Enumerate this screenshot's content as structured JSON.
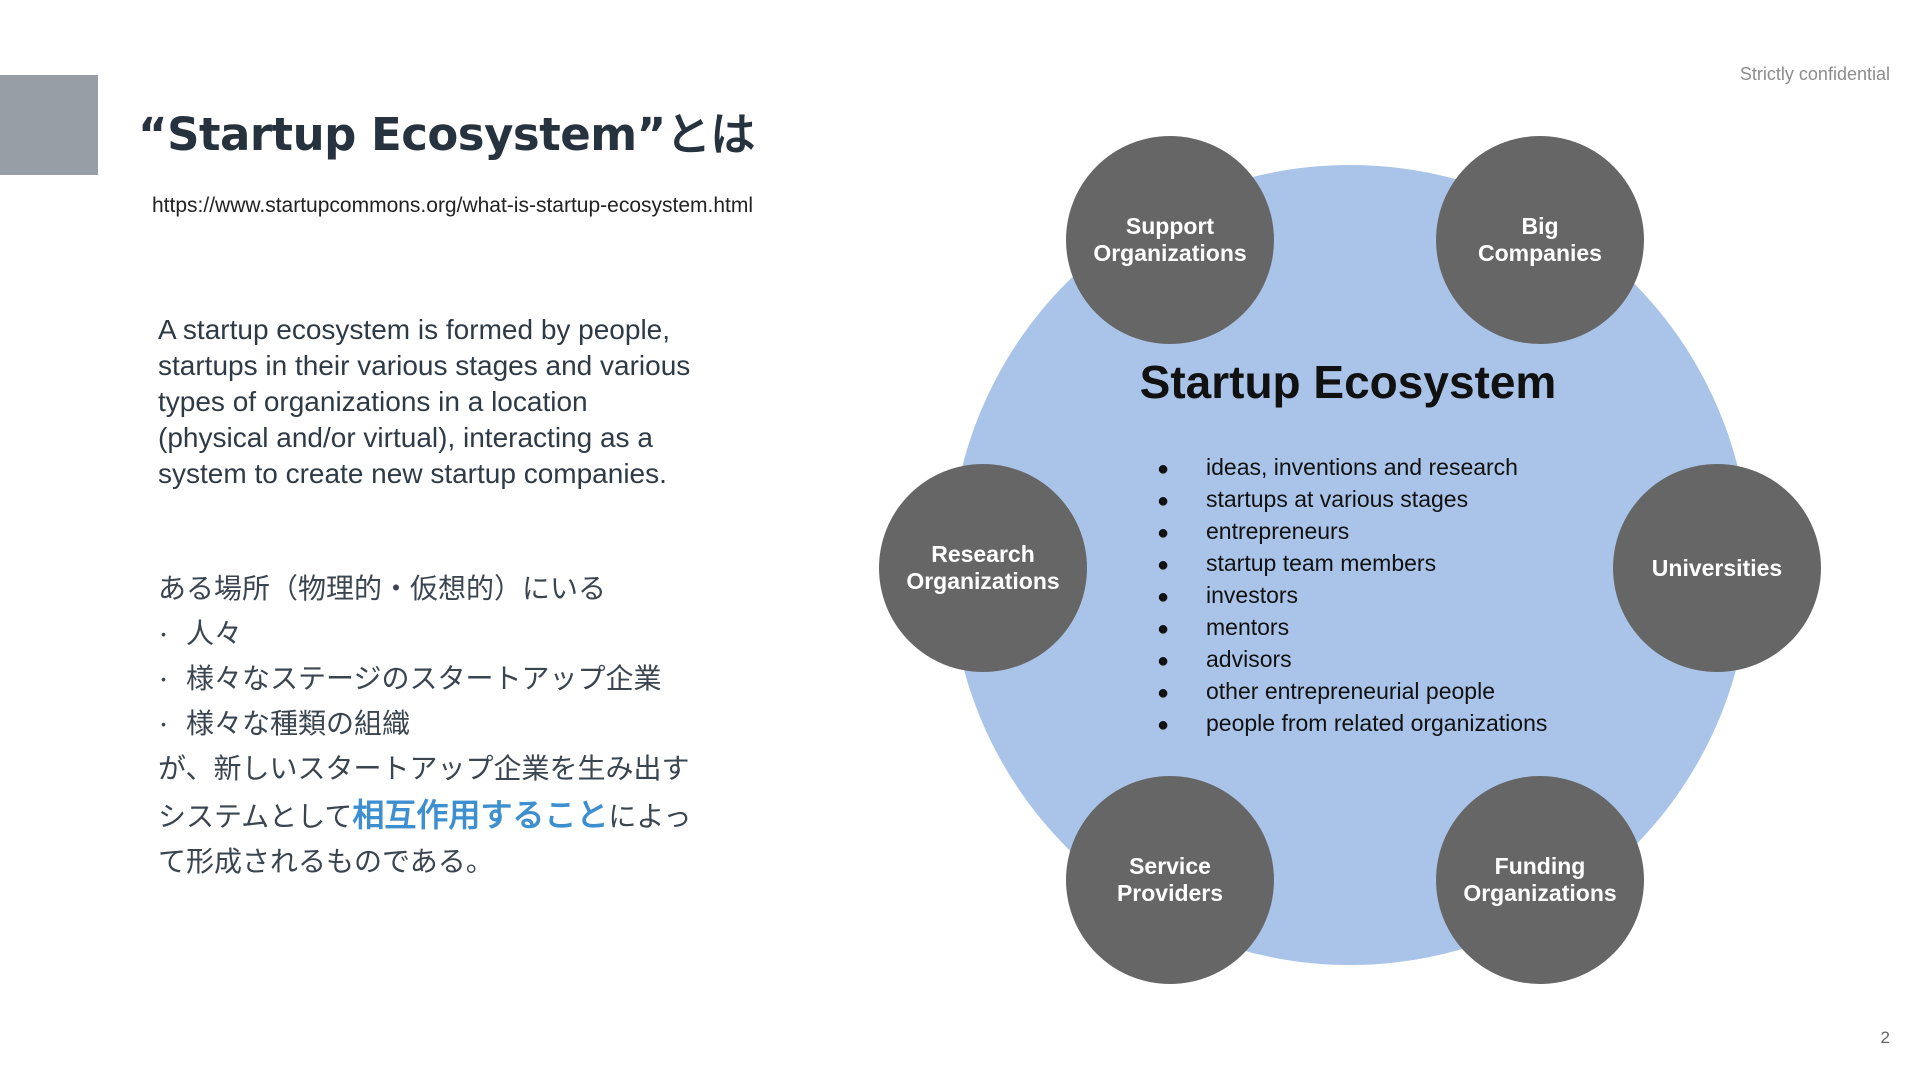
{
  "header": {
    "title": "“Startup Ecosystem”とは",
    "confidential": "Strictly confidential",
    "page_number": "2"
  },
  "source": {
    "url": "https://www.startupcommons.org/what-is-startup-ecosystem.html"
  },
  "english_description": [
    "A startup ecosystem is formed by people,",
    "startups in their various stages and various",
    "types of organizations in a location",
    "(physical and/or virtual), interacting as a",
    "system to create new startup companies."
  ],
  "japanese_description": {
    "intro": "ある場所（物理的・仮想的）にいる",
    "bullet_marker": "･",
    "bullets": [
      "人々",
      "様々なステージのスタートアップ企業",
      "様々な種類の組織"
    ],
    "line_a": "が、新しいスタートアップ企業を生み出す",
    "line_b_pre": "システムとして",
    "line_b_highlight": "相互作用すること",
    "line_b_post": "によっ",
    "line_c": "て形成されるものである。"
  },
  "diagram": {
    "center_title": "Startup Ecosystem",
    "bullet_char": "●",
    "items": [
      "ideas, inventions and research",
      "startups at various stages",
      "entrepreneurs",
      "startup team members",
      "investors",
      "mentors",
      "advisors",
      "other entrepreneurial people",
      "people from related organizations"
    ],
    "nodes": {
      "support": [
        "Support",
        "Organizations"
      ],
      "big": [
        "Big",
        "Companies"
      ],
      "research": [
        "Research",
        "Organizations"
      ],
      "universities": [
        "Universities"
      ],
      "service": [
        "Service",
        "Providers"
      ],
      "funding": [
        "Funding",
        "Organizations"
      ]
    },
    "colors": {
      "big_circle": "#a9c4e8",
      "node": "#666666"
    }
  }
}
